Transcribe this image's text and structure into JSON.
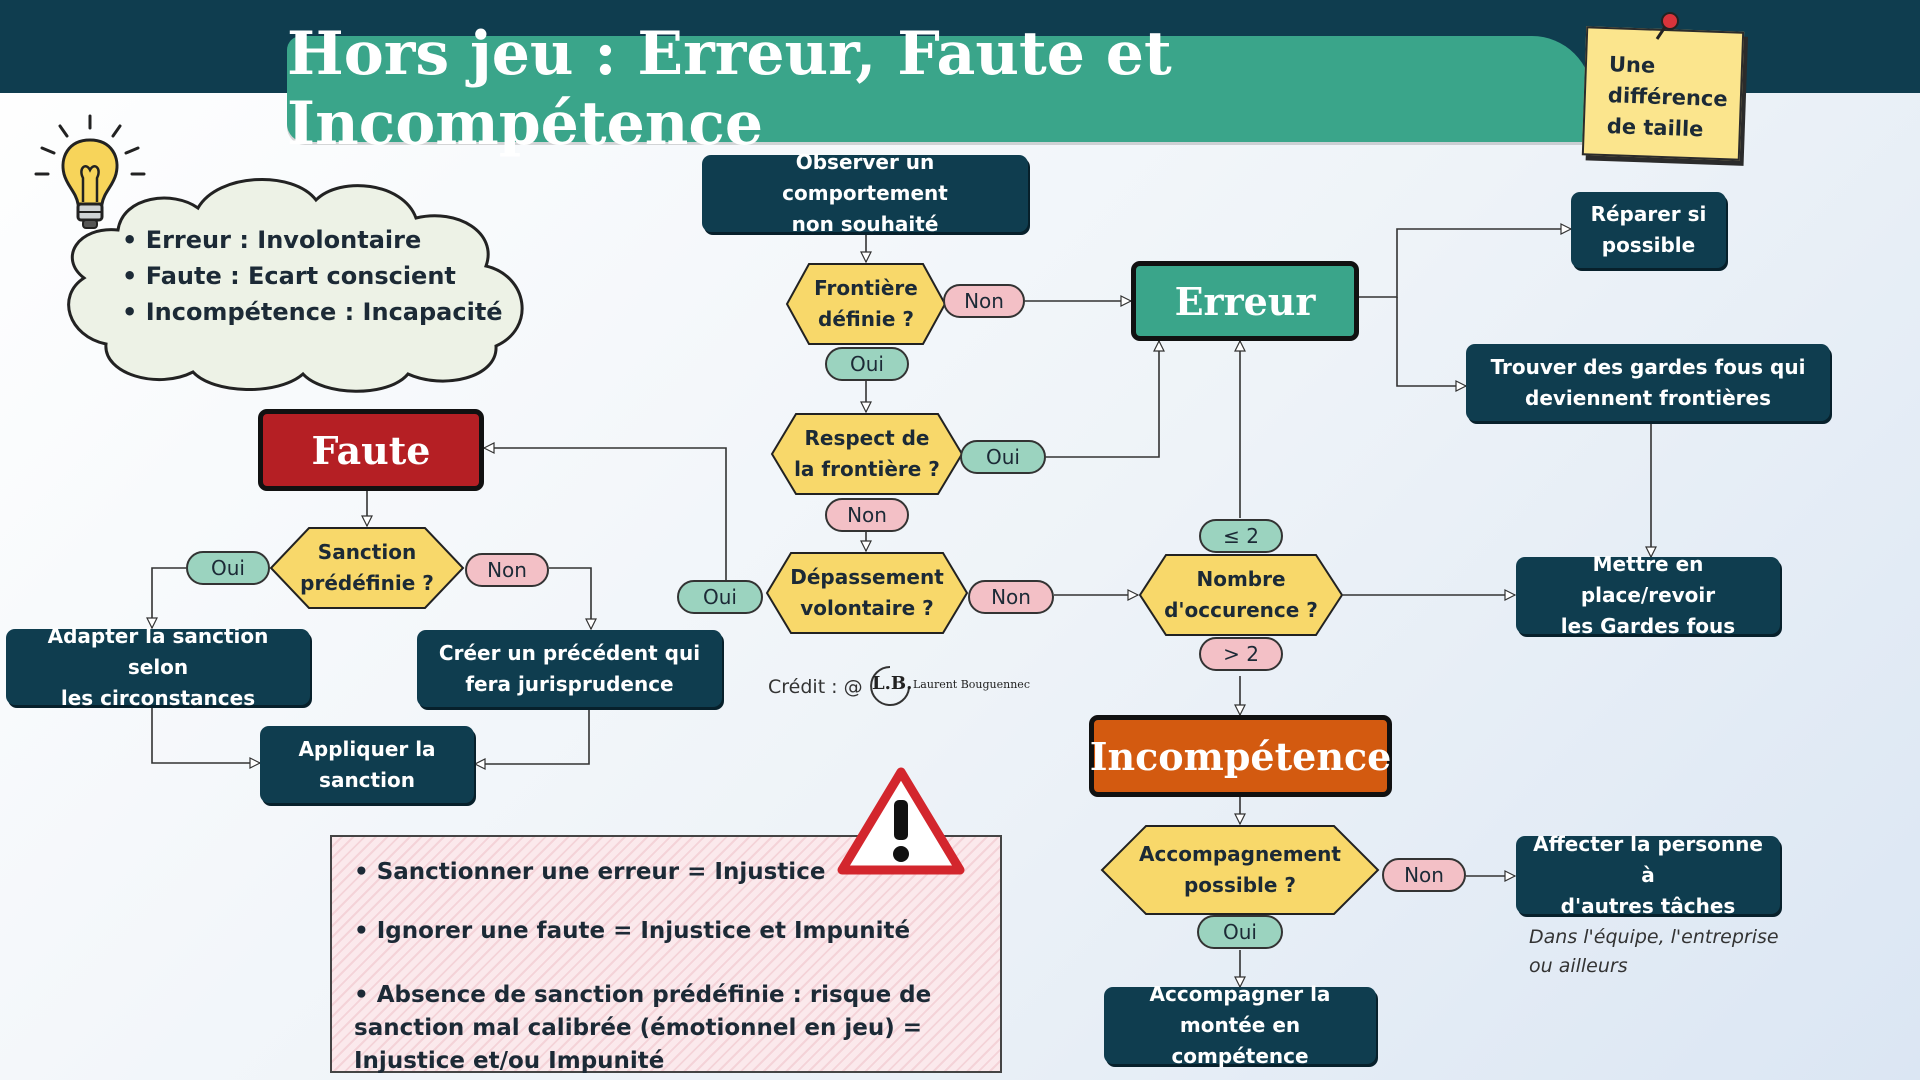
{
  "title": "Hors jeu : Erreur, Faute et Incompétence",
  "sticky_note": "Une\ndifférence\nde taille",
  "definitions": [
    "Erreur : Involontaire",
    "Faute : Ecart conscient",
    "Incompétence : Incapacité"
  ],
  "nodes": {
    "observe": "Observer un comportement\nnon souhaité",
    "frontiere_definie": "Frontière\ndéfinie ?",
    "respect_frontiere": "Respect de\nla frontière ?",
    "depassement": "Dépassement\nvolontaire ?",
    "erreur": "Erreur",
    "faute": "Faute",
    "incompetence": "Incompétence",
    "reparer": "Réparer si\npossible",
    "trouver_gardes": "Trouver des gardes fous qui\ndeviennent frontières",
    "mettre_en_place": "Mettre en place/revoir\nles Gardes fous",
    "nombre_occurence": "Nombre\nd'occurence ?",
    "sanction_predefinie": "Sanction\nprédéfinie ?",
    "adapter_sanction": "Adapter la sanction  selon\nles circonstances",
    "creer_precedent": "Créer un précédent qui\nfera jurisprudence",
    "appliquer_sanction": "Appliquer la\nsanction",
    "accompagnement_possible": "Accompagnement\npossible ?",
    "affecter": "Affecter la personne à\nd'autres tâches",
    "accompagner": "Accompagner la\nmontée en compétence"
  },
  "labels": {
    "non_frontiere": "Non",
    "oui_frontiere": "Oui",
    "oui_respect": "Oui",
    "non_respect": "Non",
    "oui_depassement": "Oui",
    "non_depassement": "Non",
    "le2": "≤ 2",
    "gt2": "> 2",
    "oui_sanction": "Oui",
    "non_sanction": "Non",
    "non_accompagnement": "Non",
    "oui_accompagnement": "Oui"
  },
  "warnings": [
    "Sanctionner une erreur = Injustice",
    "Ignorer une faute = Injustice et Impunité",
    "Absence de sanction prédéfinie : risque de sanction mal calibrée (émotionnel en jeu) = Injustice et/ou Impunité"
  ],
  "credit": "Crédit : @",
  "logo_initials": "L.B.",
  "logo_name": "Laurent Bouguennec",
  "affecter_note": "Dans l'équipe, l'entreprise\nou ailleurs",
  "colors": {
    "navy": "#0f3d4f",
    "teal": "#3aa58a",
    "faute_red": "#b51f24",
    "incompetence_orange": "#d35a10",
    "diamond_yellow": "#f8d86a",
    "yes_green": "#9bd3bf",
    "no_pink": "#f3c0c6"
  }
}
